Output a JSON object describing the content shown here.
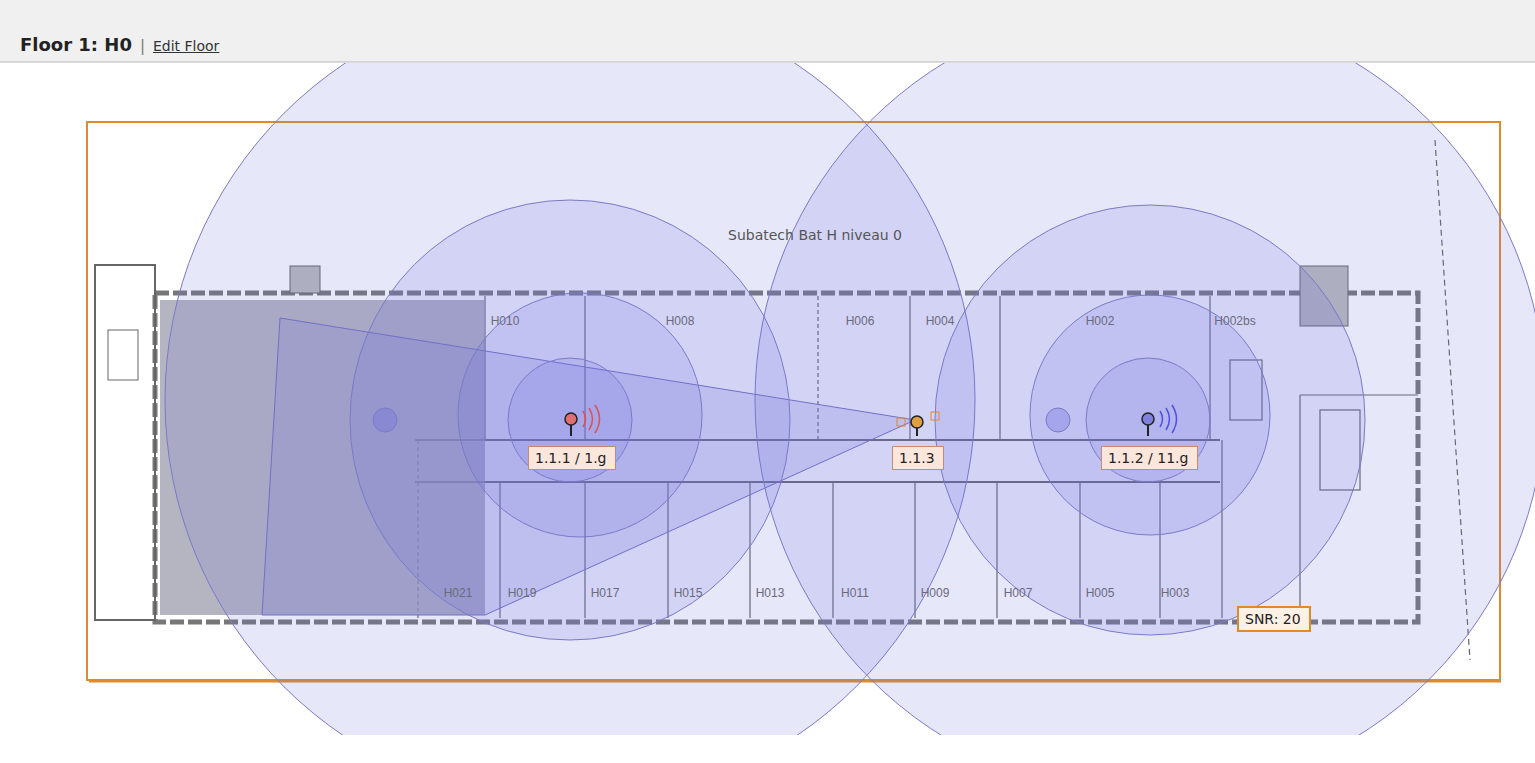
{
  "diagram": {
    "title": "Floor 1: H0",
    "nodes": [
      {
        "text": [
          "1.1.1 / 1.g"
        ]
      },
      {
        "text": [
          "1.1.3"
        ]
      },
      {
        "text": [
          "1.1.2 / 11.g"
        ]
      },
      {
        "text": [
          "SNR: 20"
        ]
      }
    ],
    "labels": [
      "|",
      "Edit Floor",
      "Subatech Bat H niveau 0",
      "H010",
      "H008",
      "H006",
      "H004",
      "H002",
      "H002bs",
      "H021",
      "H019",
      "H017",
      "H015",
      "H013",
      "H011",
      "H009",
      "H007",
      "H005",
      "H003"
    ]
  }
}
